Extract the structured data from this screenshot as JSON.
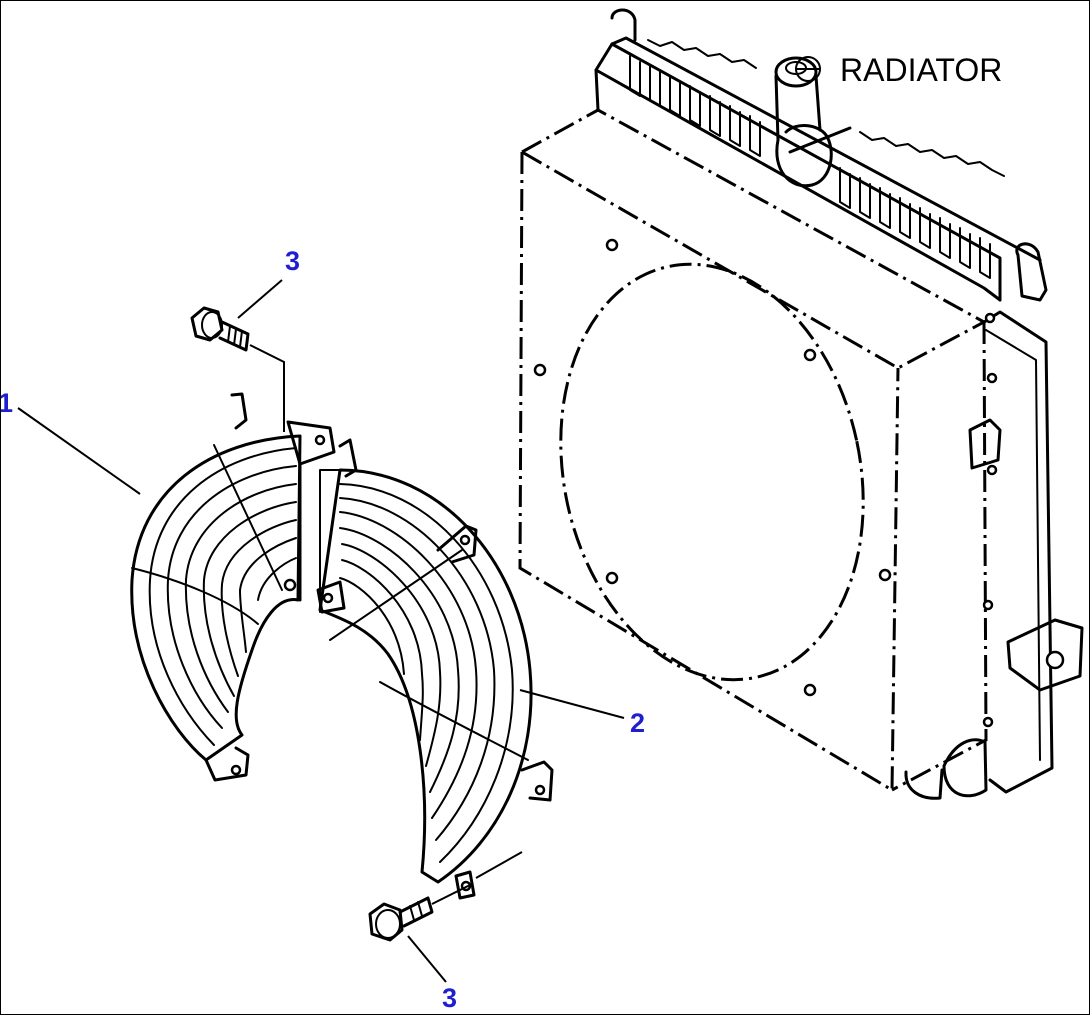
{
  "reference": {
    "label": "RADIATOR"
  },
  "callouts": [
    {
      "id": "1",
      "text": "1"
    },
    {
      "id": "2",
      "text": "2"
    },
    {
      "id": "3a",
      "text": "3"
    },
    {
      "id": "3b",
      "text": "3"
    }
  ],
  "colors": {
    "callout": "#1f1fd0",
    "line": "#000000",
    "background": "#ffffff"
  },
  "icons": {
    "reference_symbol": "ref-circle-icon"
  }
}
